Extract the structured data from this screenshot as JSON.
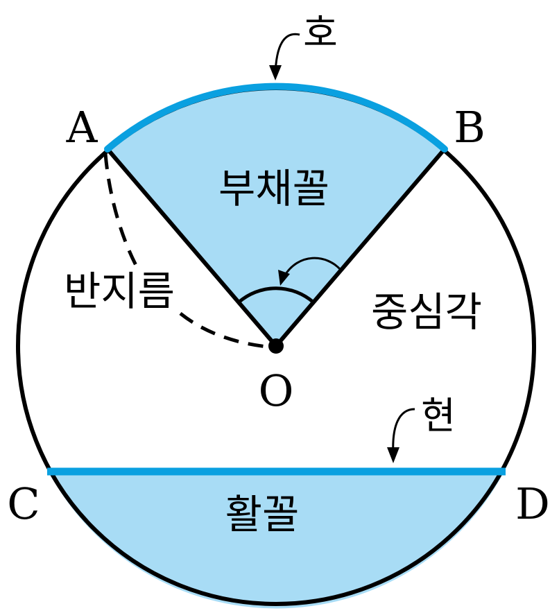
{
  "labels": {
    "point_a": "A",
    "point_b": "B",
    "point_c": "C",
    "point_d": "D",
    "point_o": "O",
    "arc": "호",
    "sector": "부채꼴",
    "radius": "반지름",
    "central_angle": "중심각",
    "chord": "현",
    "segment": "활꼴"
  },
  "colors": {
    "fill": "#a8dcf5",
    "highlight": "#0aa0e0",
    "stroke": "#000000"
  }
}
